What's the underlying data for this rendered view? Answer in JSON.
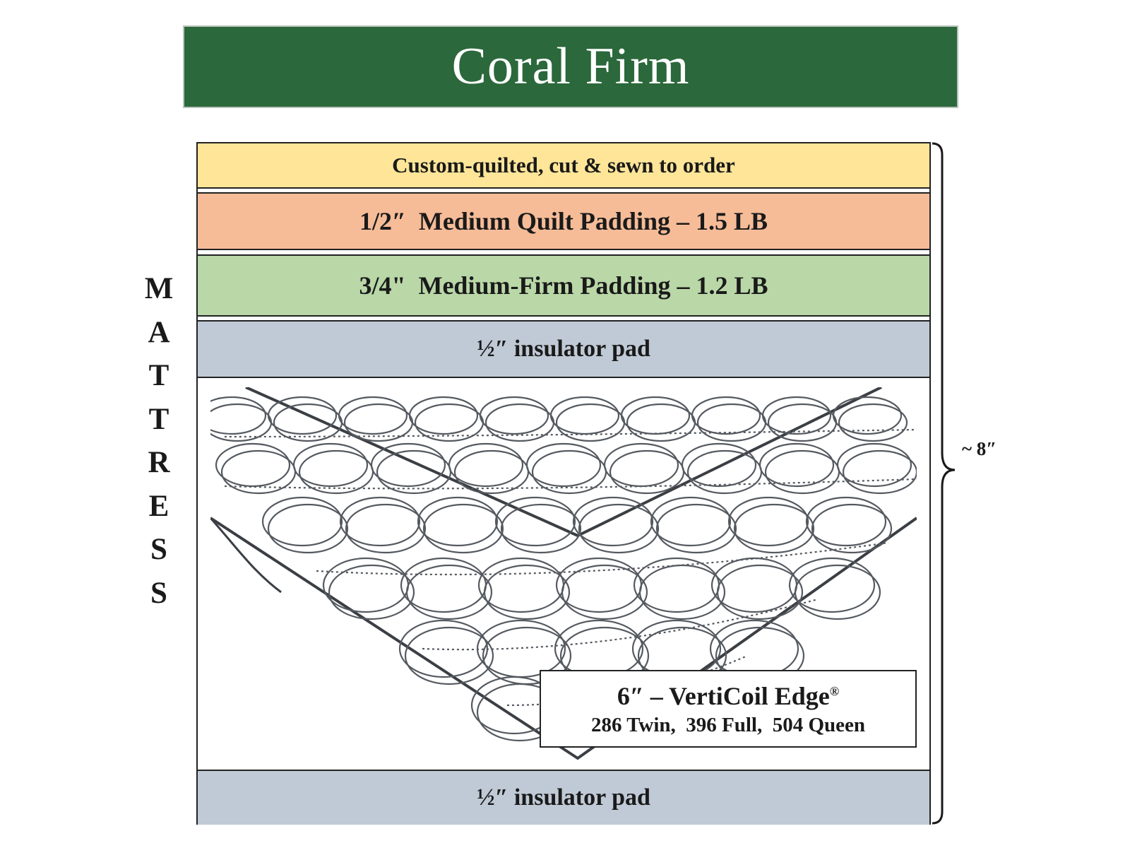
{
  "title": "Coral Firm",
  "side_label": [
    "M",
    "A",
    "T",
    "T",
    "R",
    "E",
    "S",
    "S"
  ],
  "layers": {
    "cover": "Custom-quilted, cut & sewn to order",
    "quilt": "1/2″  Medium Quilt Padding – 1.5 LB",
    "padding": "3/4\"  Medium-Firm Padding – 1.2 LB",
    "insulator_top": "½″ insulator pad",
    "insulator_bottom": "½″ insulator pad"
  },
  "coil": {
    "title": "6″ – VertiCoil Edge",
    "trademark": "®",
    "counts": "286 Twin,  396 Full,  504 Queen"
  },
  "dimension": "~ 8″",
  "colors": {
    "title_bg": "#2b683b",
    "cover": "#fee598",
    "quilt": "#f6bc98",
    "padding": "#b9d7a7",
    "insulator": "#c0cad6"
  },
  "icons": [
    "coil-spring-unit-illustration",
    "right-brace-icon"
  ]
}
